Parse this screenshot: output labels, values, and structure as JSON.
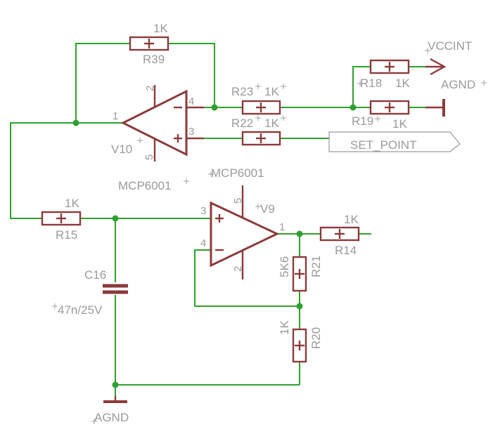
{
  "labels": {
    "r39_value": "1K",
    "r39_name": "R39",
    "r23_name": "R23",
    "r23_value": "1K",
    "r22_name": "R22",
    "r22_value": "1K",
    "r18_name": "R18",
    "r18_value": "1K",
    "r19_name": "R19",
    "r19_value": "1K",
    "r15_value": "1K",
    "r15_name": "R15",
    "r14_value": "1K",
    "r14_name": "R14",
    "r21_value": "5K6",
    "r21_name": "R21",
    "r20_value": "1K",
    "r20_name": "R20",
    "c16_name": "C16",
    "c16_value": "47n/25V",
    "v10_name": "V10",
    "v10_part": "MCP6001",
    "v9_name": "V9",
    "v9_part": "MCP6001",
    "vccint": "VCCINT",
    "agnd_top": "AGND",
    "agnd_bottom": "AGND",
    "set_point": "SET_POINT"
  },
  "pins": {
    "v10_pin1": "1",
    "v10_pin2": "2",
    "v10_pin3": "3",
    "v10_pin4": "4",
    "v10_pin5": "5",
    "v9_pin1": "1",
    "v9_pin2": "2",
    "v9_pin3": "3",
    "v9_pin4": "4",
    "v9_pin5": "5"
  },
  "colors": {
    "wire": "#2ea02e",
    "part": "#8b3a3a",
    "label": "#9a9a9a"
  }
}
